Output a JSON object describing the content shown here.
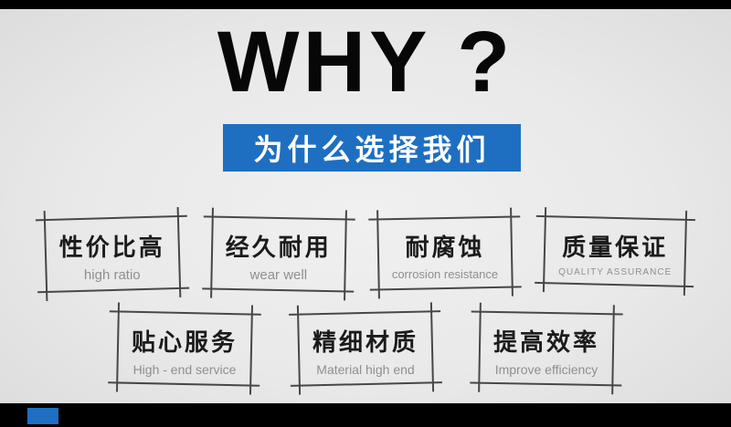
{
  "header": {
    "title_en": "WHY ?",
    "title_zh": "为什么选择我们"
  },
  "colors": {
    "accent_blue": "#1e6fc1",
    "bar_black": "#000000",
    "background_gray": "#e9e9e9",
    "frame_gray": "#474747",
    "subtitle_gray": "#8f8f8f"
  },
  "features": {
    "row1": [
      {
        "zh": "性价比高",
        "en": "high ratio"
      },
      {
        "zh": "经久耐用",
        "en": "wear well"
      },
      {
        "zh": "耐腐蚀",
        "en": "corrosion resistance"
      },
      {
        "zh": "质量保证",
        "en": "QUALITY ASSURANCE"
      }
    ],
    "row2": [
      {
        "zh": "贴心服务",
        "en": "High - end service"
      },
      {
        "zh": "精细材质",
        "en": "Material high end"
      },
      {
        "zh": "提高效率",
        "en": "Improve efficiency"
      }
    ]
  }
}
